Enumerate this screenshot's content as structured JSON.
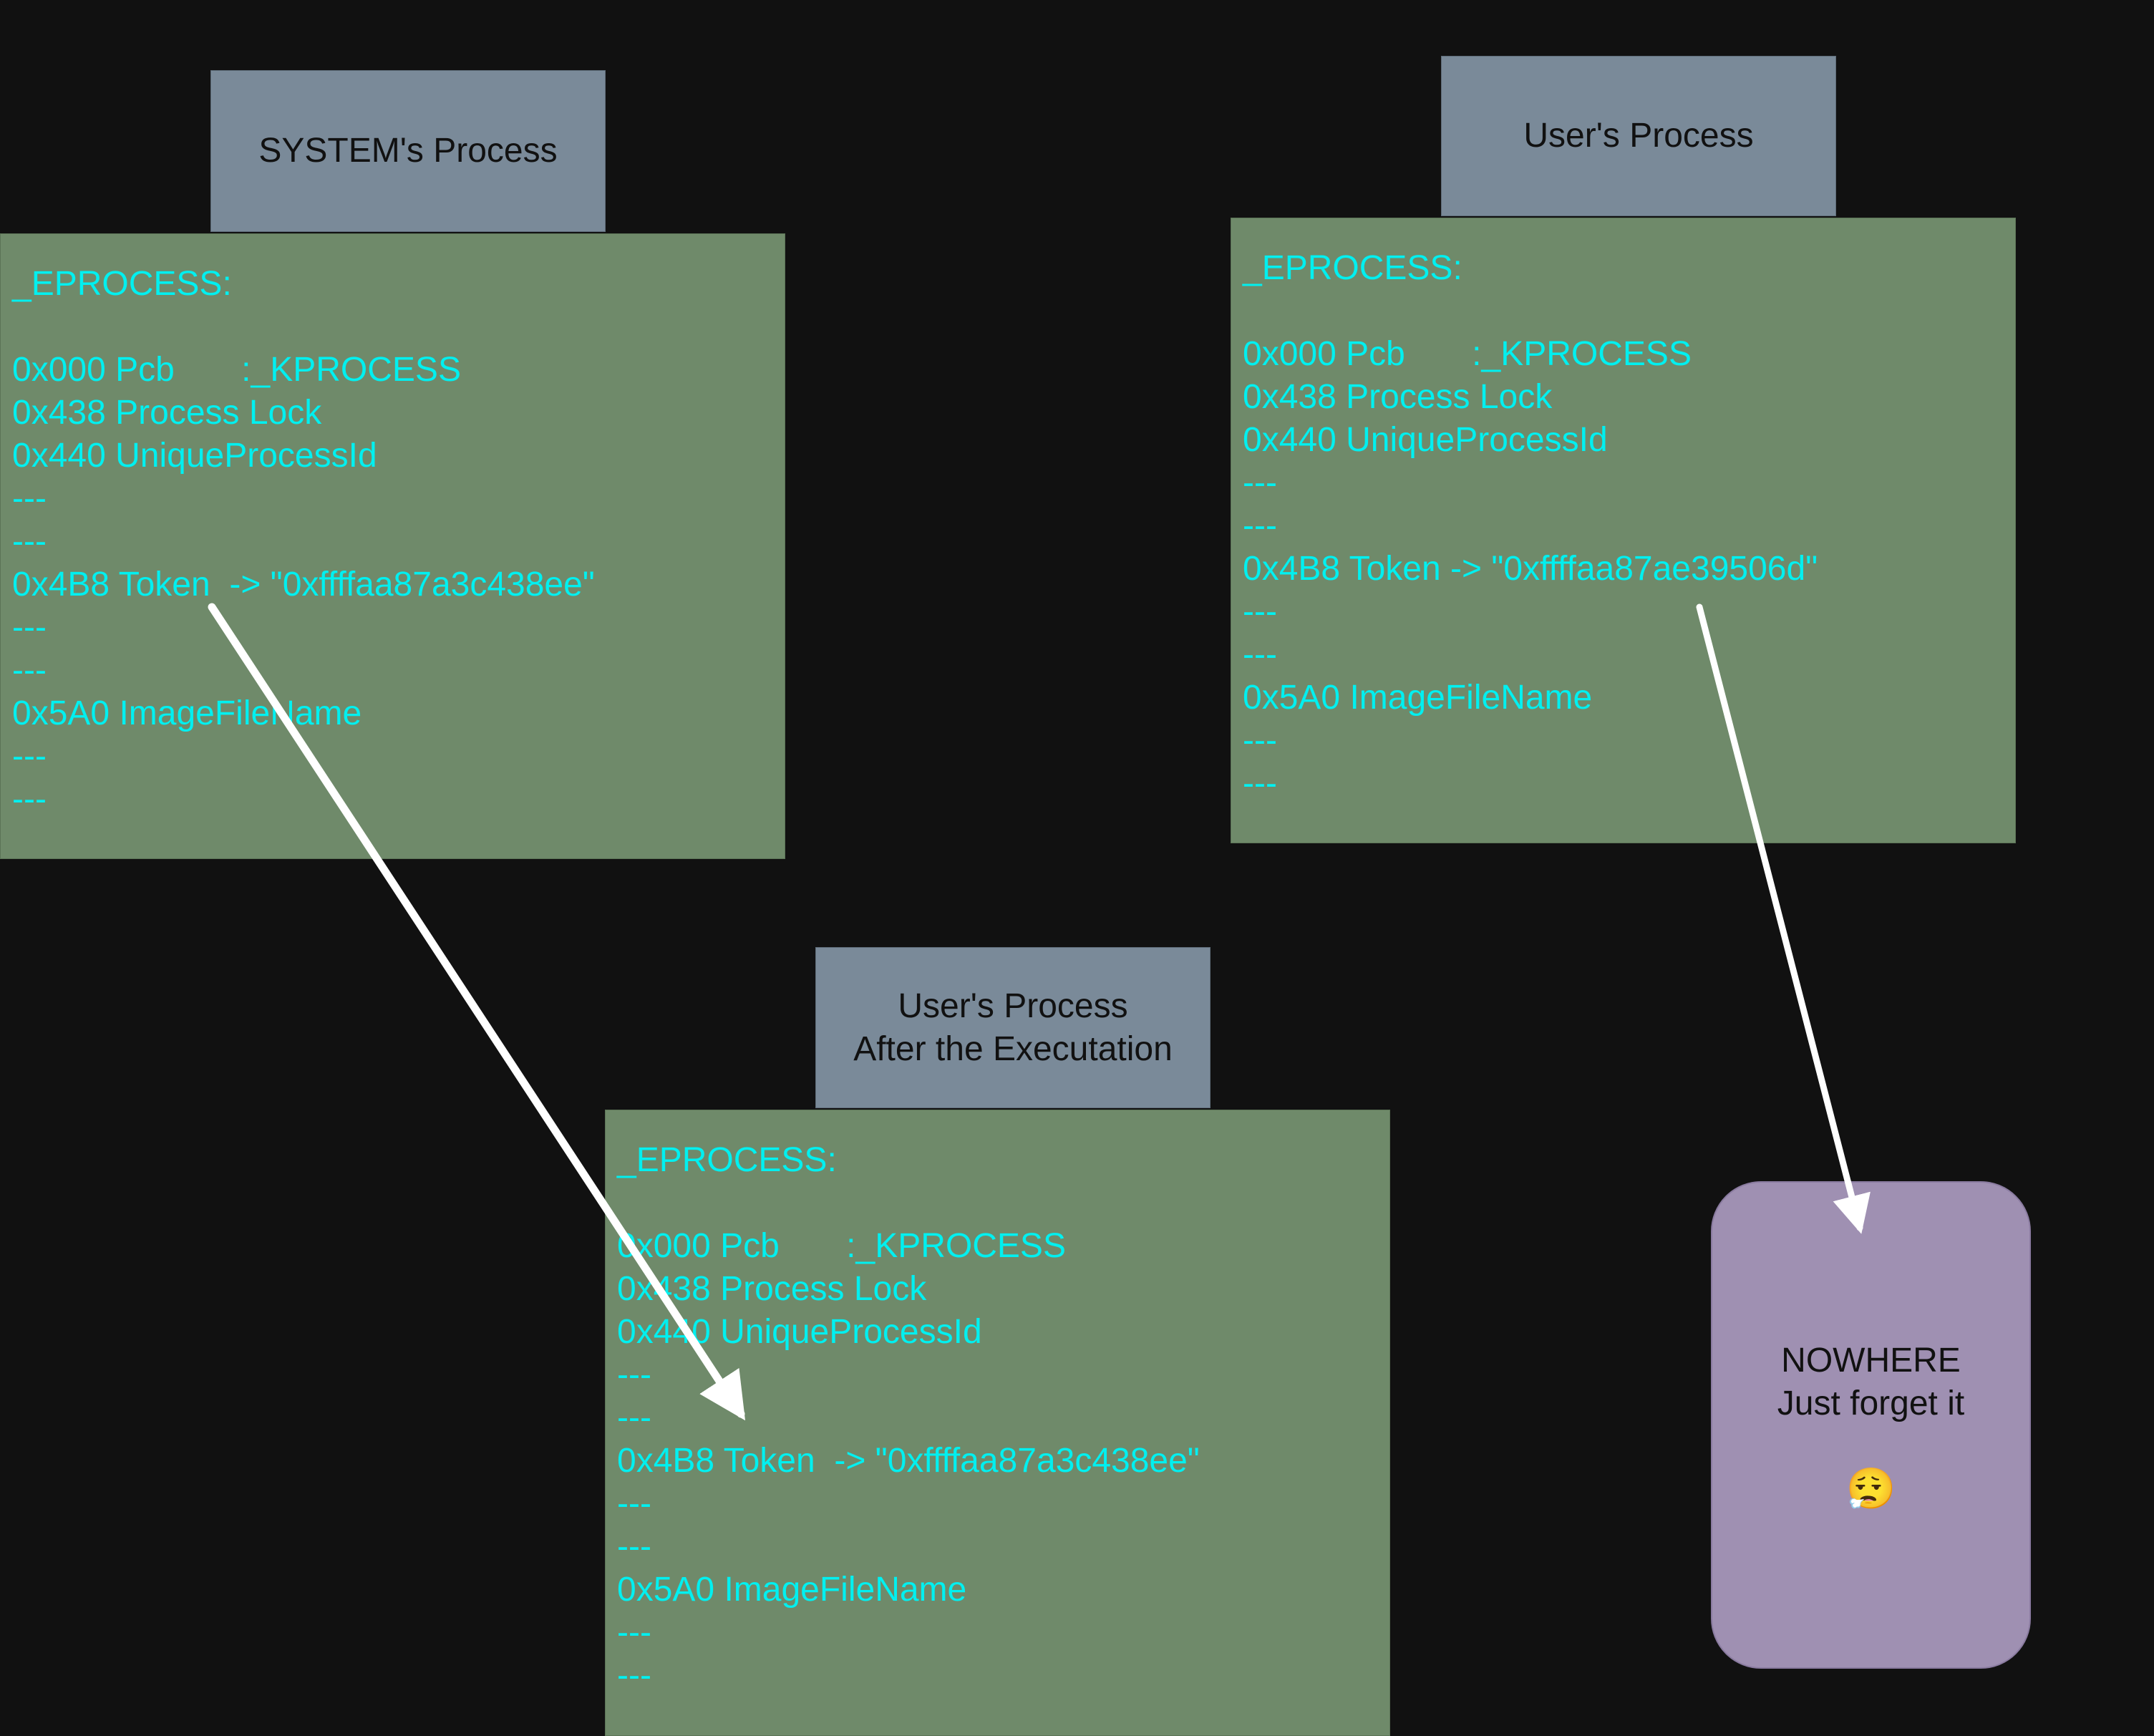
{
  "colors": {
    "background": "#111111",
    "label_box": "#7a8a99",
    "struct_box": "#6f8a6a",
    "struct_text": "#00f0f0",
    "nowhere_box": "#9f90b2",
    "arrow": "#ffffff"
  },
  "system_process": {
    "label": "SYSTEM's Process",
    "header": "_EPROCESS:",
    "lines": [
      "0x000 Pcb       :_KPROCESS",
      "0x438 Process Lock",
      "0x440 UniqueProcessId",
      "---",
      "---",
      "0x4B8 Token  -> \"0xffffaa87a3c438ee\"",
      "---",
      "---",
      "0x5A0 ImageFileName",
      "---",
      "---"
    ]
  },
  "user_process": {
    "label": "User's Process",
    "header": "_EPROCESS:",
    "lines": [
      "0x000 Pcb       :_KPROCESS",
      "0x438 Process Lock",
      "0x440 UniqueProcessId",
      "---",
      "---",
      "0x4B8 Token -> \"0xffffaa87ae39506d\"",
      "---",
      "---",
      "0x5A0 ImageFileName",
      "---",
      "---"
    ]
  },
  "user_process_after": {
    "label": "User's Process\nAfter the Executation",
    "header": "_EPROCESS:",
    "lines": [
      "0x000 Pcb       :_KPROCESS",
      "0x438 Process Lock",
      "0x440 UniqueProcessId",
      "---",
      "---",
      "0x4B8 Token  -> \"0xffffaa87a3c438ee\"",
      "---",
      "---",
      "0x5A0 ImageFileName",
      "---",
      "---"
    ]
  },
  "nowhere": {
    "line1": "NOWHERE",
    "line2": "Just forget it",
    "emoji": "😮‍💨"
  }
}
